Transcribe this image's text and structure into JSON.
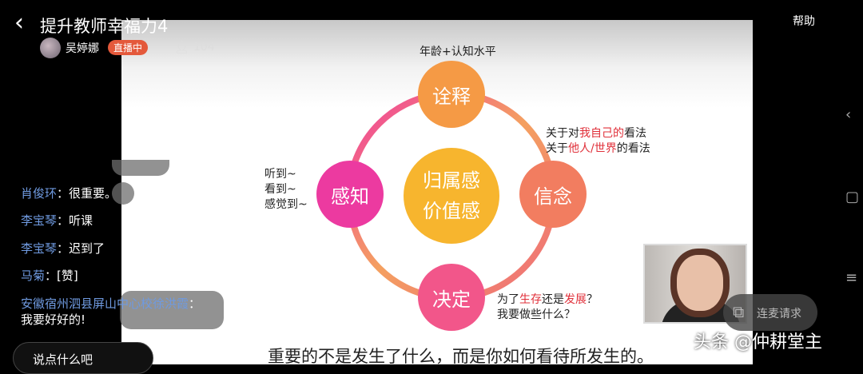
{
  "header": {
    "title": "提升教师幸福力4",
    "host": "吴婷娜",
    "live_badge": "直播中",
    "viewer_count": "104",
    "help": "帮助"
  },
  "chat": [
    {
      "user": "肖俊环",
      "msg": "很重要。"
    },
    {
      "user": "李宝琴",
      "msg": "听课"
    },
    {
      "user": "李宝琴",
      "msg": "迟到了"
    },
    {
      "user": "马菊",
      "msg": "[赞]"
    },
    {
      "user": "安徽宿州泗县屏山中心校徐洪霞",
      "msg": "我要好好的!"
    }
  ],
  "input_placeholder": "说点什么吧",
  "slide": {
    "top_note": "年龄+认知水平",
    "center": [
      "归属感",
      "价值感"
    ],
    "nodes": {
      "top": "诠释",
      "right": "信念",
      "bottom": "决定",
      "left": "感知"
    },
    "left_notes": [
      "听到~",
      "看到~",
      "感觉到~"
    ],
    "right_note1": {
      "a": "关于对",
      "b": "我自己的",
      "c": "看法"
    },
    "right_note2": {
      "a": "关于",
      "b": "他人/世界",
      "c": "的看法"
    },
    "bottom_note1": {
      "a": "为了",
      "b": "生存",
      "c": "还是",
      "d": "发展",
      "e": "？"
    },
    "bottom_note2": "我要做些什么？",
    "subtitle": "重要的不是发生了什么，而是你如何看待所发生的。"
  },
  "colors": {
    "live": "#e4593b",
    "username": "#6f9ae0",
    "highlight": "#e0303a"
  },
  "mic_request": "连麦请求",
  "watermark": "头条 @仲耕堂主"
}
